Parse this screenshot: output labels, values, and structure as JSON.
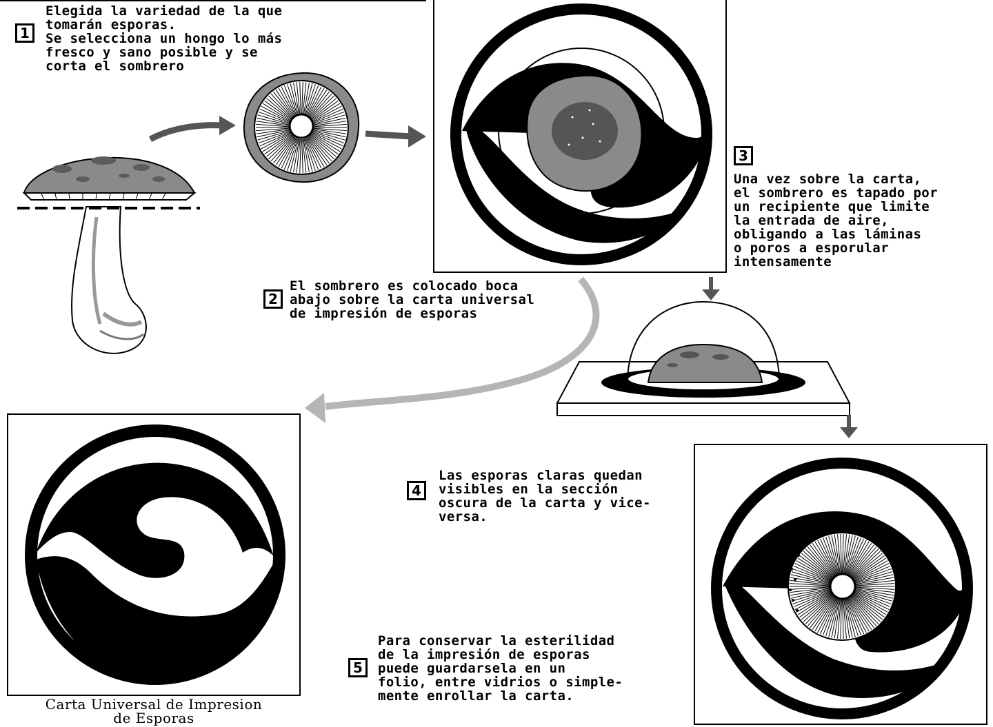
{
  "step1": {
    "number": "1",
    "text": "Elegida la variedad de la que\ntomarán esporas.\nSe selecciona un hongo lo más\nfresco y sano posible y se\ncorta el sombrero"
  },
  "step2": {
    "number": "2",
    "text": "El sombrero es colocado boca\nabajo sobre la carta universal\nde impresión de esporas"
  },
  "step3": {
    "number": "3",
    "text": "Una vez sobre la carta,\nel sombrero es tapado por\nun recipiente que limite\nla entrada de aire,\nobligando a las láminas\no poros a esporular\nintensamente"
  },
  "step4": {
    "number": "4",
    "text": "Las esporas claras quedan\nvisibles en la sección\noscura de la carta y vice-\nversa."
  },
  "step5": {
    "number": "5",
    "text": "Para conservar la esterilidad\nde la impresión de esporas\npuede guardarsela en un\nfolio, entre vidrios o simple-\nmente enrollar la carta."
  },
  "card_caption": "Carta Universal de Impresion\nde Esporas",
  "colors": {
    "ink": "#000000",
    "cap_gray": "#8a8a8a",
    "light_gray": "#b5b5b5",
    "arrow_gray": "#555555",
    "paper": "#ffffff"
  },
  "icons": [
    "mushroom-icon",
    "cap-underside-icon",
    "spore-card-icon",
    "glass-dome-icon",
    "arrow-icon"
  ]
}
